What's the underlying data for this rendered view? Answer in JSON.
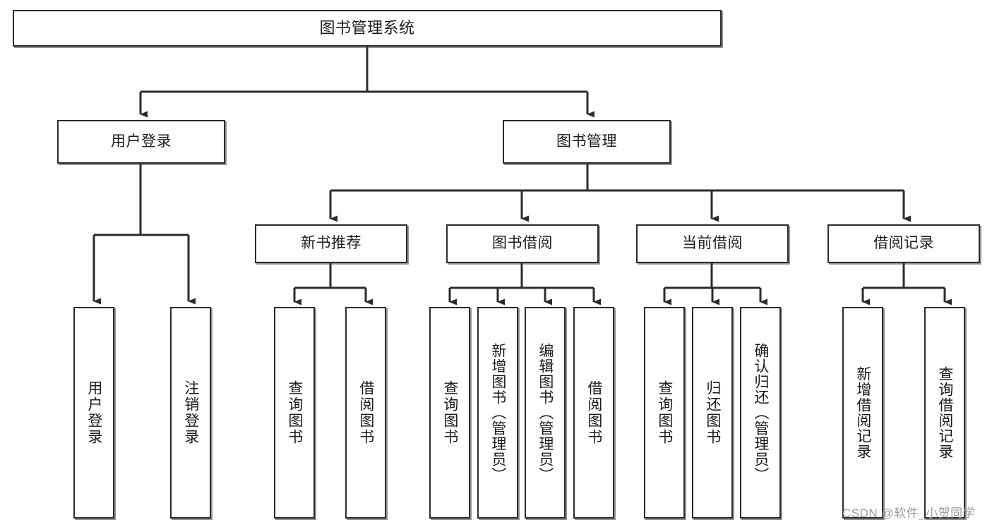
{
  "diagram": {
    "title": "图书管理系统",
    "type": "功能结构图",
    "colors": {
      "background": "#ffffff",
      "box_border": "#2b2b2b",
      "box_fill": "#ffffff",
      "text": "#1b1b1b",
      "edge": "#2b2b2b",
      "watermark": "#9a9a9a"
    },
    "levels": {
      "root": {
        "label": "图书管理系统"
      },
      "level2": [
        {
          "id": "user-login",
          "label": "用户登录"
        },
        {
          "id": "book-manage",
          "label": "图书管理"
        }
      ],
      "level3": [
        {
          "id": "new-book-recommend",
          "label": "新书推荐"
        },
        {
          "id": "book-borrow",
          "label": "图书借阅"
        },
        {
          "id": "current-borrow",
          "label": "当前借阅"
        },
        {
          "id": "borrow-record",
          "label": "借阅记录"
        }
      ],
      "leaves": [
        {
          "id": "leaf-user-login",
          "label": "用户登录",
          "parent": "user-login"
        },
        {
          "id": "leaf-user-logout",
          "label": "注销登录",
          "parent": "user-login"
        },
        {
          "id": "leaf-query-book-1",
          "label": "查询图书",
          "parent": "new-book-recommend"
        },
        {
          "id": "leaf-borrow-book-1",
          "label": "借阅图书",
          "parent": "new-book-recommend"
        },
        {
          "id": "leaf-query-book-2",
          "label": "查询图书",
          "parent": "book-borrow"
        },
        {
          "id": "leaf-add-book",
          "label": "新增图书（管理员）",
          "parent": "book-borrow"
        },
        {
          "id": "leaf-edit-book",
          "label": "编辑图书（管理员）",
          "parent": "book-borrow"
        },
        {
          "id": "leaf-borrow-book-2",
          "label": "借阅图书",
          "parent": "book-borrow"
        },
        {
          "id": "leaf-query-book-3",
          "label": "查询图书",
          "parent": "current-borrow"
        },
        {
          "id": "leaf-return-book",
          "label": "归还图书",
          "parent": "current-borrow"
        },
        {
          "id": "leaf-confirm-return",
          "label": "确认归还（管理员）",
          "parent": "current-borrow"
        },
        {
          "id": "leaf-add-record",
          "label": "新增借阅记录",
          "parent": "borrow-record"
        },
        {
          "id": "leaf-query-record",
          "label": "查询借阅记录",
          "parent": "borrow-record"
        }
      ]
    },
    "watermark": "CSDN @软件_小贺同学"
  }
}
